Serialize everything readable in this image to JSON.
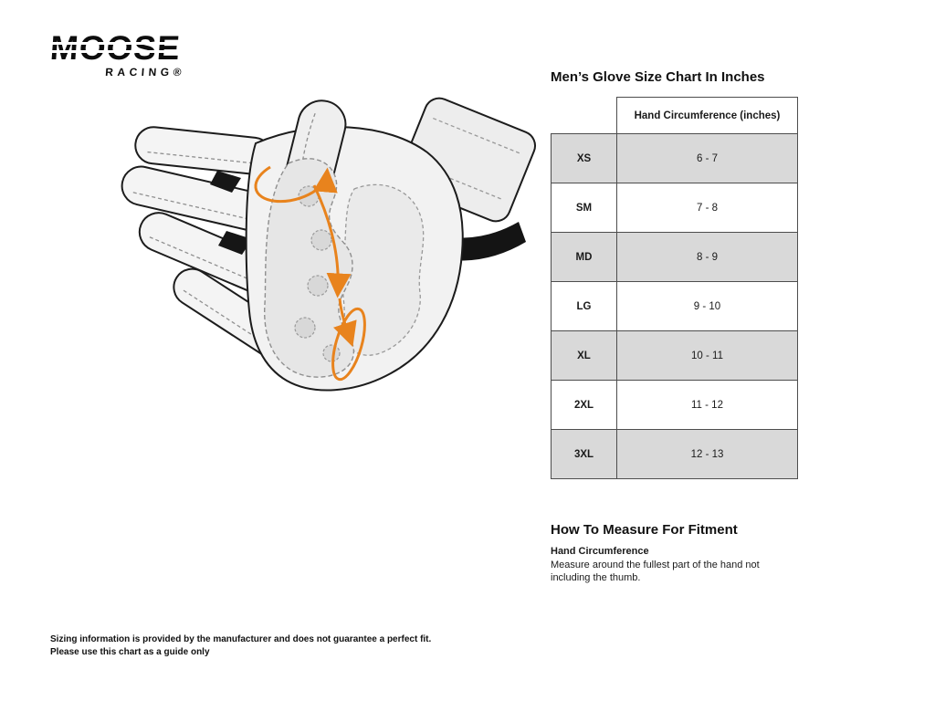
{
  "logo": {
    "line1": "MOOSE",
    "line2": "RACING®"
  },
  "size_chart": {
    "title": "Men’s Glove Size Chart In Inches",
    "column_header": "Hand Circumference (inches)",
    "rows": [
      {
        "size": "XS",
        "range": "6 - 7"
      },
      {
        "size": "SM",
        "range": "7 - 8"
      },
      {
        "size": "MD",
        "range": "8 - 9"
      },
      {
        "size": "LG",
        "range": "9 - 10"
      },
      {
        "size": "XL",
        "range": "10 - 11"
      },
      {
        "size": "2XL",
        "range": "11 - 12"
      },
      {
        "size": "3XL",
        "range": "12 - 13"
      }
    ]
  },
  "how_to_measure": {
    "title": "How To Measure For Fitment",
    "subtitle": "Hand Circumference",
    "body": "Measure around the fullest part of the hand not including the thumb."
  },
  "disclaimer": {
    "line1": "Sizing information is provided by the manufacturer and does not guarantee a perfect fit.",
    "line2": "Please use this chart as a guide only"
  },
  "colors": {
    "arrow_orange": "#E8831D",
    "row_shade": "#D9D9D9"
  }
}
